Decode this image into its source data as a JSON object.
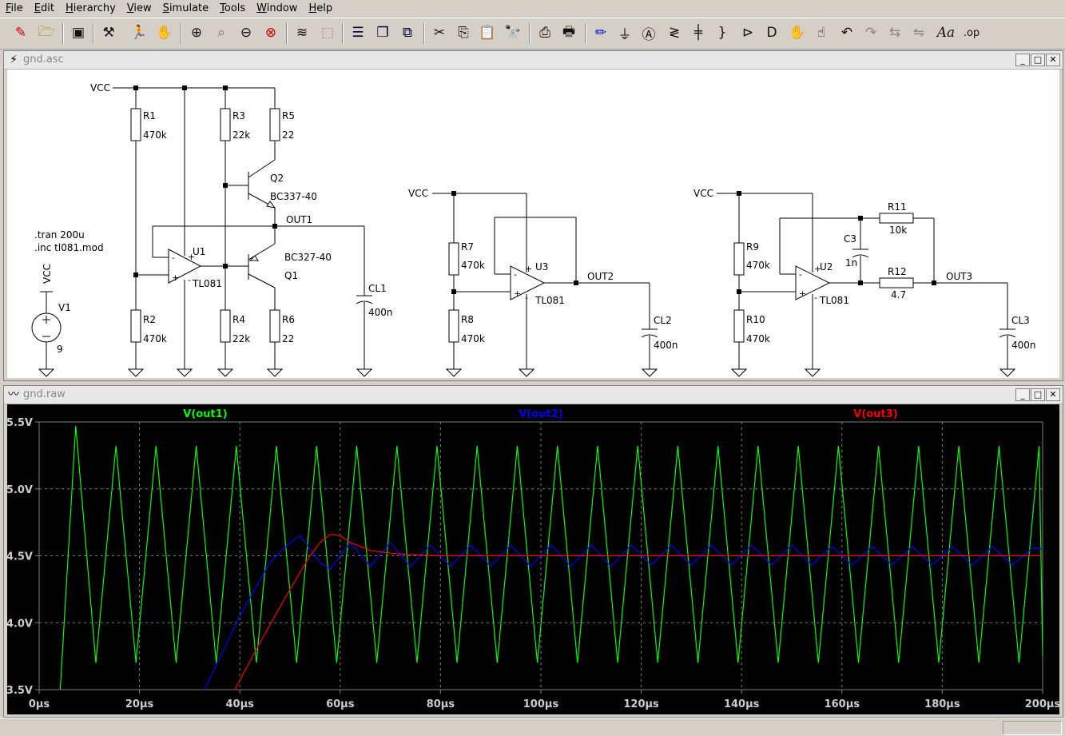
{
  "menu": [
    "File",
    "Edit",
    "Hierarchy",
    "View",
    "Simulate",
    "Tools",
    "Window",
    "Help"
  ],
  "toolbar_icons": [
    "new-schematic-icon",
    "open-icon",
    "save-icon",
    "control-panel-icon",
    "run-icon",
    "halt-icon",
    "zoom-in-icon",
    "zoom-pan-icon",
    "zoom-out-icon",
    "zoom-fit-icon",
    "autorange-icon",
    "zoom-back-icon",
    "tile-horizontal-icon",
    "cascade-icon",
    "tile-vertical-icon",
    "cut-icon",
    "copy-icon",
    "paste-icon",
    "find-icon",
    "print-icon",
    "print-setup-icon",
    "draw-wire-icon",
    "ground-icon",
    "net-label-icon",
    "resistor-icon",
    "capacitor-icon",
    "inductor-icon",
    "diode-icon",
    "component-icon",
    "move-icon",
    "drag-icon",
    "undo-icon",
    "redo-icon",
    "rotate-icon",
    "mirror-icon",
    "text-icon",
    "spice-directive-icon"
  ],
  "schematic_window": {
    "title": "gnd.asc"
  },
  "plot_window": {
    "title": "gnd.raw"
  },
  "schematic": {
    "directives": [
      ".tran 200u",
      ".inc tl081.mod"
    ],
    "source": {
      "ref": "V1",
      "value": "9",
      "net": "VCC"
    },
    "labels": {
      "vcc1": "VCC",
      "vcc2": "VCC",
      "vcc3": "VCC",
      "r1": "R1",
      "r1v": "470k",
      "r2": "R2",
      "r2v": "470k",
      "r3": "R3",
      "r3v": "22k",
      "r4": "R4",
      "r4v": "22k",
      "r5": "R5",
      "r5v": "22",
      "r6": "R6",
      "r6v": "22",
      "q2": "Q2",
      "q2v": "BC337-40",
      "q1": "Q1",
      "q1v": "BC327-40",
      "u1": "U1",
      "u1v": "TL081",
      "out1": "OUT1",
      "cl1": "CL1",
      "cl1v": "400n",
      "r7": "R7",
      "r7v": "470k",
      "r8": "R8",
      "r8v": "470k",
      "u3": "U3",
      "u3v": "TL081",
      "out2": "OUT2",
      "cl2": "CL2",
      "cl2v": "400n",
      "r9": "R9",
      "r9v": "470k",
      "r10": "R10",
      "r10v": "470k",
      "u2": "U2",
      "u2v": "TL081",
      "c3": "C3",
      "c3v": "1n",
      "r11": "R11",
      "r11v": "10k",
      "r12": "R12",
      "r12v": "4.7",
      "out3": "OUT3",
      "cl3": "CL3",
      "cl3v": "400n"
    }
  },
  "chart_data": {
    "type": "line",
    "x_unit": "µs",
    "xlim": [
      0,
      200
    ],
    "ylim": [
      3.5,
      5.5
    ],
    "x_ticks": [
      "0µs",
      "20µs",
      "40µs",
      "60µs",
      "80µs",
      "100µs",
      "120µs",
      "140µs",
      "160µs",
      "180µs",
      "200µs"
    ],
    "y_ticks": [
      "5.5V",
      "5.0V",
      "4.5V",
      "4.0V",
      "3.5V"
    ],
    "grid": true,
    "colors": {
      "background": "#000000",
      "grid": "#808080"
    },
    "series": [
      {
        "name": "V(out1)",
        "color": "#00ff00",
        "description_points": {
          "x": [
            4.2,
            7.3,
            11.3,
            15.3,
            19.3,
            23.3,
            27.3,
            31.3,
            35.3,
            39.3,
            43.3,
            47.3,
            51.3,
            55.3,
            59.3,
            63.3,
            67.3,
            71.3,
            75.3,
            79.3,
            83.3,
            87.3,
            91.3,
            95.3,
            99.3,
            103.3,
            107.3,
            111.3,
            115.3,
            119.3,
            123.3,
            127.3,
            131.3,
            135.3,
            139.3,
            143.3,
            147.3,
            151.3,
            155.3,
            159.3,
            163.3,
            167.3,
            171.3,
            175.3,
            179.3,
            183.3,
            187.3,
            191.3,
            195.3,
            199.3,
            200
          ],
          "y": [
            3.5,
            5.47,
            3.7,
            5.32,
            3.7,
            5.32,
            3.7,
            5.32,
            3.7,
            5.32,
            3.7,
            5.32,
            3.7,
            5.32,
            3.7,
            5.32,
            3.7,
            5.32,
            3.7,
            5.32,
            3.7,
            5.32,
            3.7,
            5.32,
            3.7,
            5.32,
            3.7,
            5.32,
            3.7,
            5.32,
            3.7,
            5.32,
            3.7,
            5.32,
            3.7,
            5.32,
            3.7,
            5.32,
            3.7,
            5.32,
            3.7,
            5.32,
            3.7,
            5.32,
            3.7,
            5.32,
            3.7,
            5.32,
            3.7,
            5.32,
            3.75
          ]
        }
      },
      {
        "name": "V(out2)",
        "color": "#0000ff",
        "description_points": {
          "x": [
            33,
            40,
            46,
            50,
            52,
            56,
            58,
            62,
            66,
            70,
            74,
            78,
            82,
            86,
            90,
            94,
            98,
            102,
            106,
            110,
            114,
            118,
            122,
            126,
            130,
            134,
            138,
            142,
            146,
            150,
            154,
            158,
            162,
            166,
            170,
            174,
            178,
            182,
            186,
            190,
            194,
            198,
            200
          ],
          "y": [
            3.5,
            4.05,
            4.45,
            4.6,
            4.65,
            4.45,
            4.4,
            4.6,
            4.42,
            4.6,
            4.42,
            4.58,
            4.42,
            4.58,
            4.42,
            4.58,
            4.42,
            4.58,
            4.42,
            4.58,
            4.42,
            4.58,
            4.43,
            4.58,
            4.43,
            4.58,
            4.43,
            4.58,
            4.43,
            4.58,
            4.43,
            4.57,
            4.43,
            4.57,
            4.43,
            4.57,
            4.43,
            4.57,
            4.43,
            4.57,
            4.43,
            4.56,
            4.55
          ]
        }
      },
      {
        "name": "V(out3)",
        "color": "#ff0000",
        "description_points": {
          "x": [
            39,
            44,
            50,
            54,
            56,
            58,
            60,
            62,
            64,
            66,
            70,
            74,
            80,
            90,
            100,
            200
          ],
          "y": [
            3.5,
            3.85,
            4.25,
            4.5,
            4.6,
            4.66,
            4.65,
            4.6,
            4.57,
            4.54,
            4.52,
            4.51,
            4.5,
            4.5,
            4.5,
            4.5
          ]
        }
      }
    ]
  }
}
